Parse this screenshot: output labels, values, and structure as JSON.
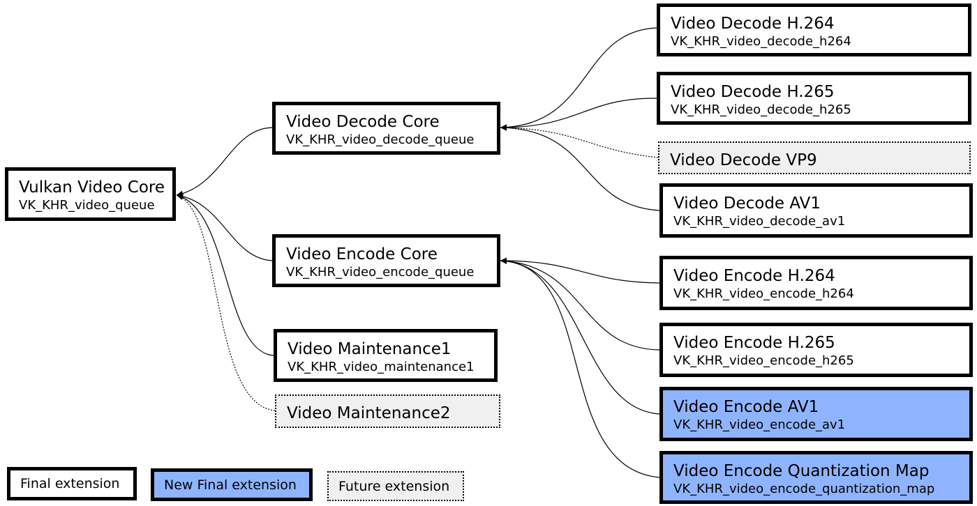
{
  "nodes": {
    "core": {
      "title": "Vulkan Video Core",
      "ext": "VK_KHR_video_queue"
    },
    "decode": {
      "title": "Video Decode Core",
      "ext": "VK_KHR_video_decode_queue"
    },
    "encode": {
      "title": "Video Encode Core",
      "ext": "VK_KHR_video_encode_queue"
    },
    "maint1": {
      "title": "Video Maintenance1",
      "ext": "VK_KHR_video_maintenance1"
    },
    "maint2": {
      "title": "Video Maintenance2"
    },
    "dec_h264": {
      "title": "Video Decode H.264",
      "ext": "VK_KHR_video_decode_h264"
    },
    "dec_h265": {
      "title": "Video Decode H.265",
      "ext": "VK_KHR_video_decode_h265"
    },
    "dec_vp9": {
      "title": "Video Decode VP9"
    },
    "dec_av1": {
      "title": "Video Decode AV1",
      "ext": "VK_KHR_video_decode_av1"
    },
    "enc_h264": {
      "title": "Video Encode H.264",
      "ext": "VK_KHR_video_encode_h264"
    },
    "enc_h265": {
      "title": "Video Encode H.265",
      "ext": "VK_KHR_video_encode_h265"
    },
    "enc_av1": {
      "title": "Video Encode AV1",
      "ext": "VK_KHR_video_encode_av1"
    },
    "enc_qmap": {
      "title": "Video Encode Quantization Map",
      "ext": "VK_KHR_video_encode_quantization_map"
    }
  },
  "legend": {
    "final": "Final extension",
    "new_final": "New Final extension",
    "future": "Future extension"
  },
  "colors": {
    "new_final_fill": "#8fb4ff",
    "future_fill": "#f0f0f0"
  }
}
